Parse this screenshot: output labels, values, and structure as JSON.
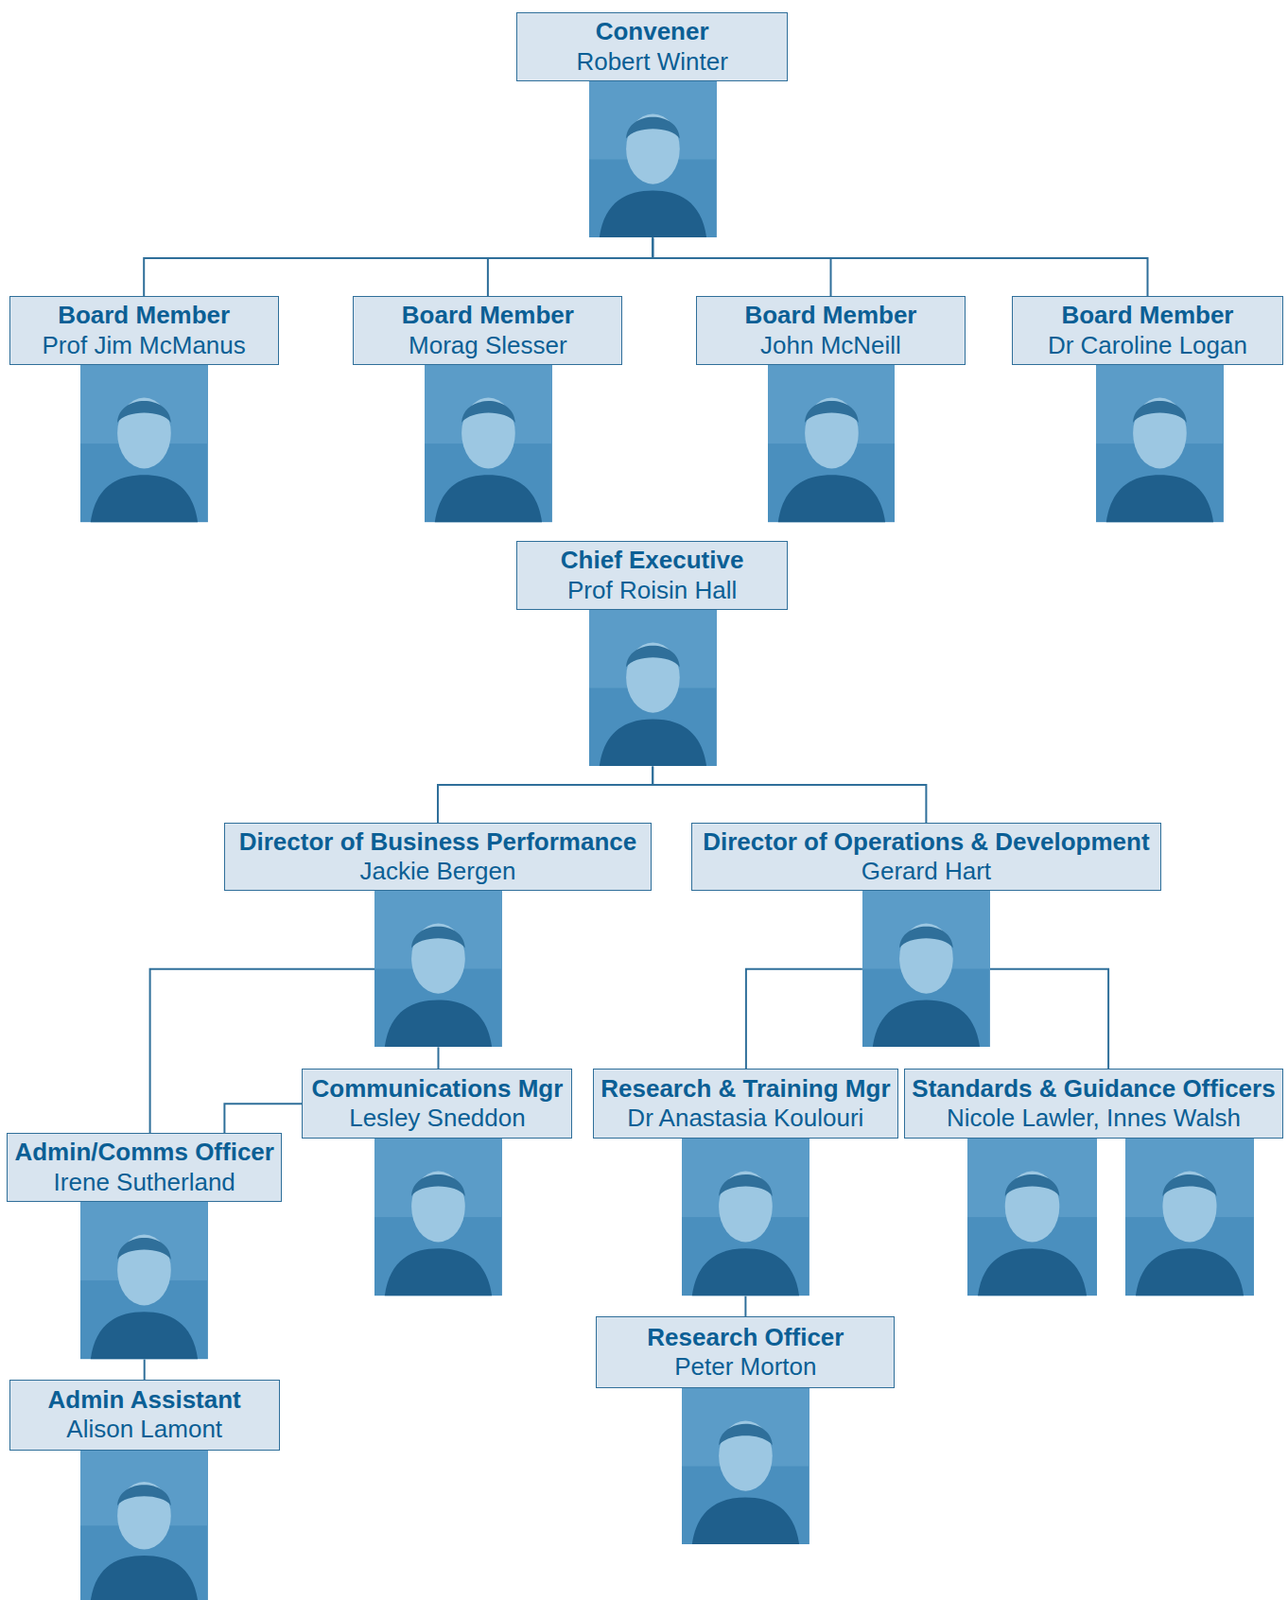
{
  "diagram": {
    "nodes": [
      {
        "text": [
          "Convener",
          "Robert Winter"
        ]
      },
      {
        "text": [
          "Board Member",
          "Prof Jim McManus"
        ]
      },
      {
        "text": [
          "Board Member",
          "Morag Slesser"
        ]
      },
      {
        "text": [
          "Board Member",
          "John McNeill"
        ]
      },
      {
        "text": [
          "Board Member",
          "Dr Caroline Logan"
        ]
      },
      {
        "text": [
          "Chief Executive",
          "Prof Roisin Hall"
        ]
      },
      {
        "text": [
          "Director of Business Performance",
          "Jackie Bergen"
        ]
      },
      {
        "text": [
          "Director of Operations & Development",
          "Gerard Hart"
        ]
      },
      {
        "text": [
          "Communications Mgr",
          "Lesley Sneddon"
        ]
      },
      {
        "text": [
          "Admin/Comms Officer",
          "Irene Sutherland"
        ]
      },
      {
        "text": [
          "Research & Training Mgr",
          "Dr Anastasia Koulouri"
        ]
      },
      {
        "text": [
          "Standards & Guidance Officers",
          "Nicole Lawler, Innes Walsh"
        ]
      },
      {
        "text": [
          "Research Officer",
          "Peter Morton"
        ]
      },
      {
        "text": [
          "Admin Assistant",
          "Alison Lamont"
        ]
      }
    ],
    "edges": [
      {
        "from": 0,
        "to": 1,
        "arrow": "none"
      },
      {
        "from": 0,
        "to": 2,
        "arrow": "none"
      },
      {
        "from": 0,
        "to": 3,
        "arrow": "none"
      },
      {
        "from": 0,
        "to": 4,
        "arrow": "none"
      },
      {
        "from": 5,
        "to": 6,
        "arrow": "none"
      },
      {
        "from": 5,
        "to": 7,
        "arrow": "none"
      },
      {
        "from": 6,
        "to": 8,
        "arrow": "none"
      },
      {
        "from": 6,
        "to": 9,
        "arrow": "none"
      },
      {
        "from": 8,
        "to": 9,
        "arrow": "none"
      },
      {
        "from": 9,
        "to": 13,
        "arrow": "none"
      },
      {
        "from": 7,
        "to": 10,
        "arrow": "none"
      },
      {
        "from": 7,
        "to": 11,
        "arrow": "none"
      },
      {
        "from": 10,
        "to": 12,
        "arrow": "none"
      }
    ]
  }
}
